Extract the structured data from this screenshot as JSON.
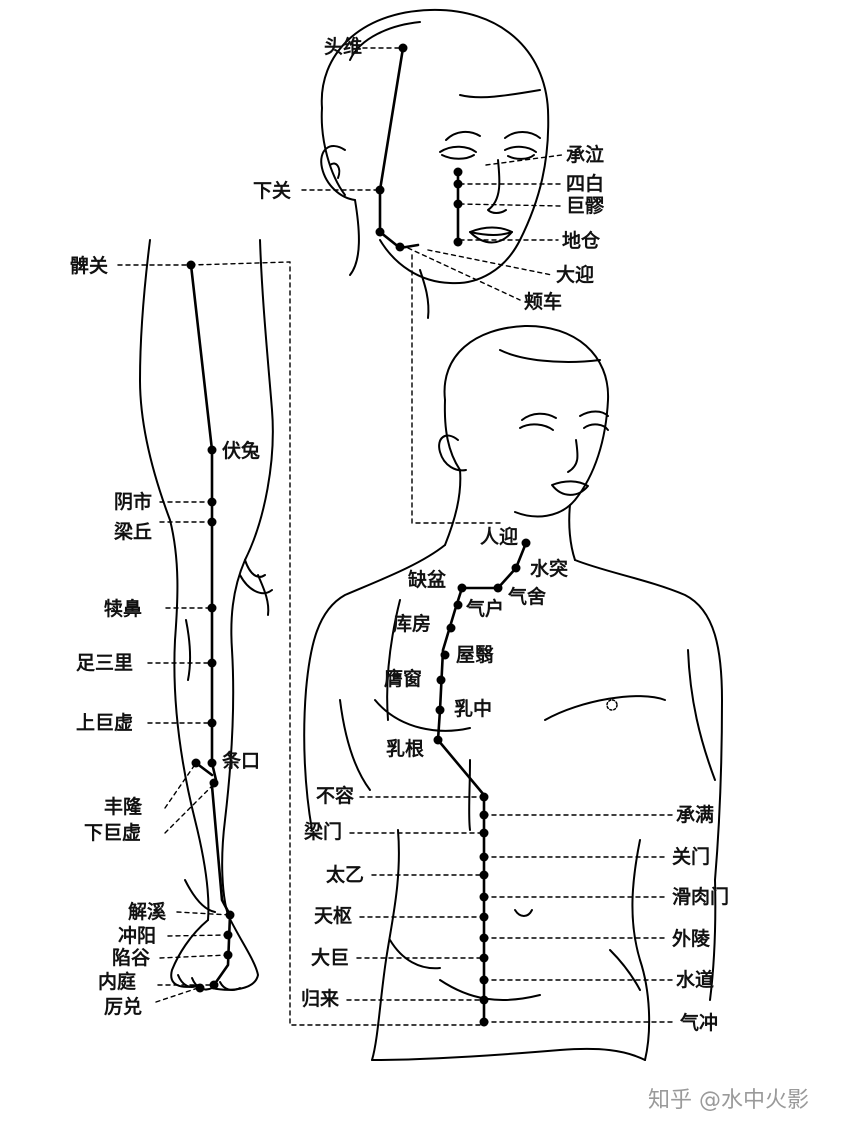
{
  "head_points": [
    "头维",
    "下关",
    "承泣",
    "四白",
    "巨髎",
    "地仓",
    "大迎",
    "颊车"
  ],
  "leg_points": [
    "髀关",
    "伏兔",
    "阴市",
    "梁丘",
    "犊鼻",
    "足三里",
    "上巨虚",
    "条口",
    "丰隆",
    "下巨虚",
    "解溪",
    "冲阳",
    "陷谷",
    "内庭",
    "厉兑"
  ],
  "chest_points": [
    "人迎",
    "水突",
    "缺盆",
    "气舍",
    "气户",
    "库房",
    "屋翳",
    "膺窗",
    "乳中",
    "乳根"
  ],
  "abdomen_left": [
    "不容",
    "梁门",
    "太乙",
    "天枢",
    "大巨",
    "归来"
  ],
  "abdomen_right": [
    "承满",
    "关门",
    "滑肉门",
    "外陵",
    "水道",
    "气冲"
  ],
  "watermark": "知乎 @水中火影"
}
